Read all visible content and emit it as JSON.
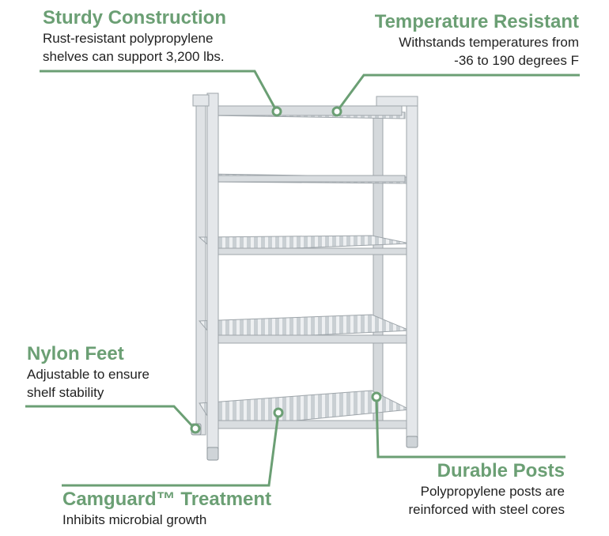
{
  "accent": "#6b9f74",
  "text_color": "#222222",
  "callouts": {
    "sturdy": {
      "title": "Sturdy Construction",
      "description": "Rust-resistant polypropylene\nshelves can support 3,200 lbs."
    },
    "temperature": {
      "title": "Temperature Resistant",
      "description": "Withstands temperatures from\n-36 to 190 degrees F"
    },
    "nylon": {
      "title": "Nylon Feet",
      "description": "Adjustable to ensure\nshelf stability"
    },
    "camguard": {
      "title": "Camguard™ Treatment",
      "description": "Inhibits microbial growth"
    },
    "durable": {
      "title": "Durable Posts",
      "description": "Polypropylene posts are\nreinforced with steel cores"
    }
  },
  "product": {
    "name": "shelving-unit",
    "shelf_count": 5
  }
}
